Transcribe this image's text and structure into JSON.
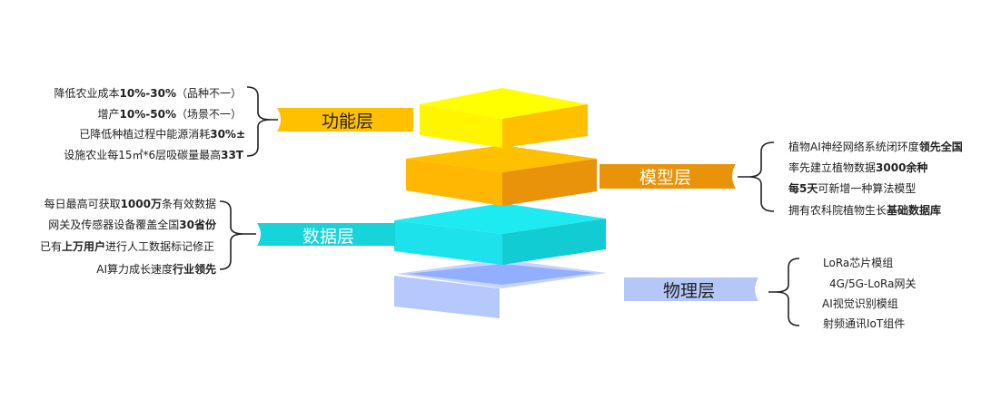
{
  "layers": {
    "functional": {
      "label": "功能层",
      "lines": [
        [
          "降低农业成本",
          "10%-30%",
          "（品种不一）"
        ],
        [
          "增产",
          "10%-50%",
          "（场景不一）"
        ],
        [
          "已降低种植过程中能源消耗",
          "30%±",
          ""
        ],
        [
          "设施农业每15㎡*6层吸碳量最高",
          "33T",
          ""
        ]
      ]
    },
    "model": {
      "label": "模型层",
      "lines": [
        [
          "植物AI神经网络系统闭环度",
          "领先全国"
        ],
        [
          "率先建立植物数据",
          "3000余种"
        ],
        [
          "每5天",
          "可新增一种算法模型"
        ],
        [
          "拥有农科院植物生长",
          "基础数据库"
        ]
      ]
    },
    "data": {
      "label": "数据层",
      "lines": [
        [
          "每日最高可获取",
          "1000万",
          "条有效数据"
        ],
        [
          "网关及传感器设备覆盖全国",
          "30省份",
          ""
        ],
        [
          "已有",
          "上万用户",
          "进行人工数据标记修正"
        ],
        [
          "AI算力成长速度",
          "行业领先",
          ""
        ]
      ]
    },
    "physical": {
      "label": "物理层",
      "lines": [
        "LoRa芯片模组",
        "4G/5G-LoRa网关",
        "AI视觉识别模组",
        "射频通讯IoT组件"
      ]
    }
  },
  "colors": {
    "functional": "#FFC000",
    "model": "#E8930A",
    "data": "#17D3DA",
    "physical": "#B4C7F7"
  }
}
